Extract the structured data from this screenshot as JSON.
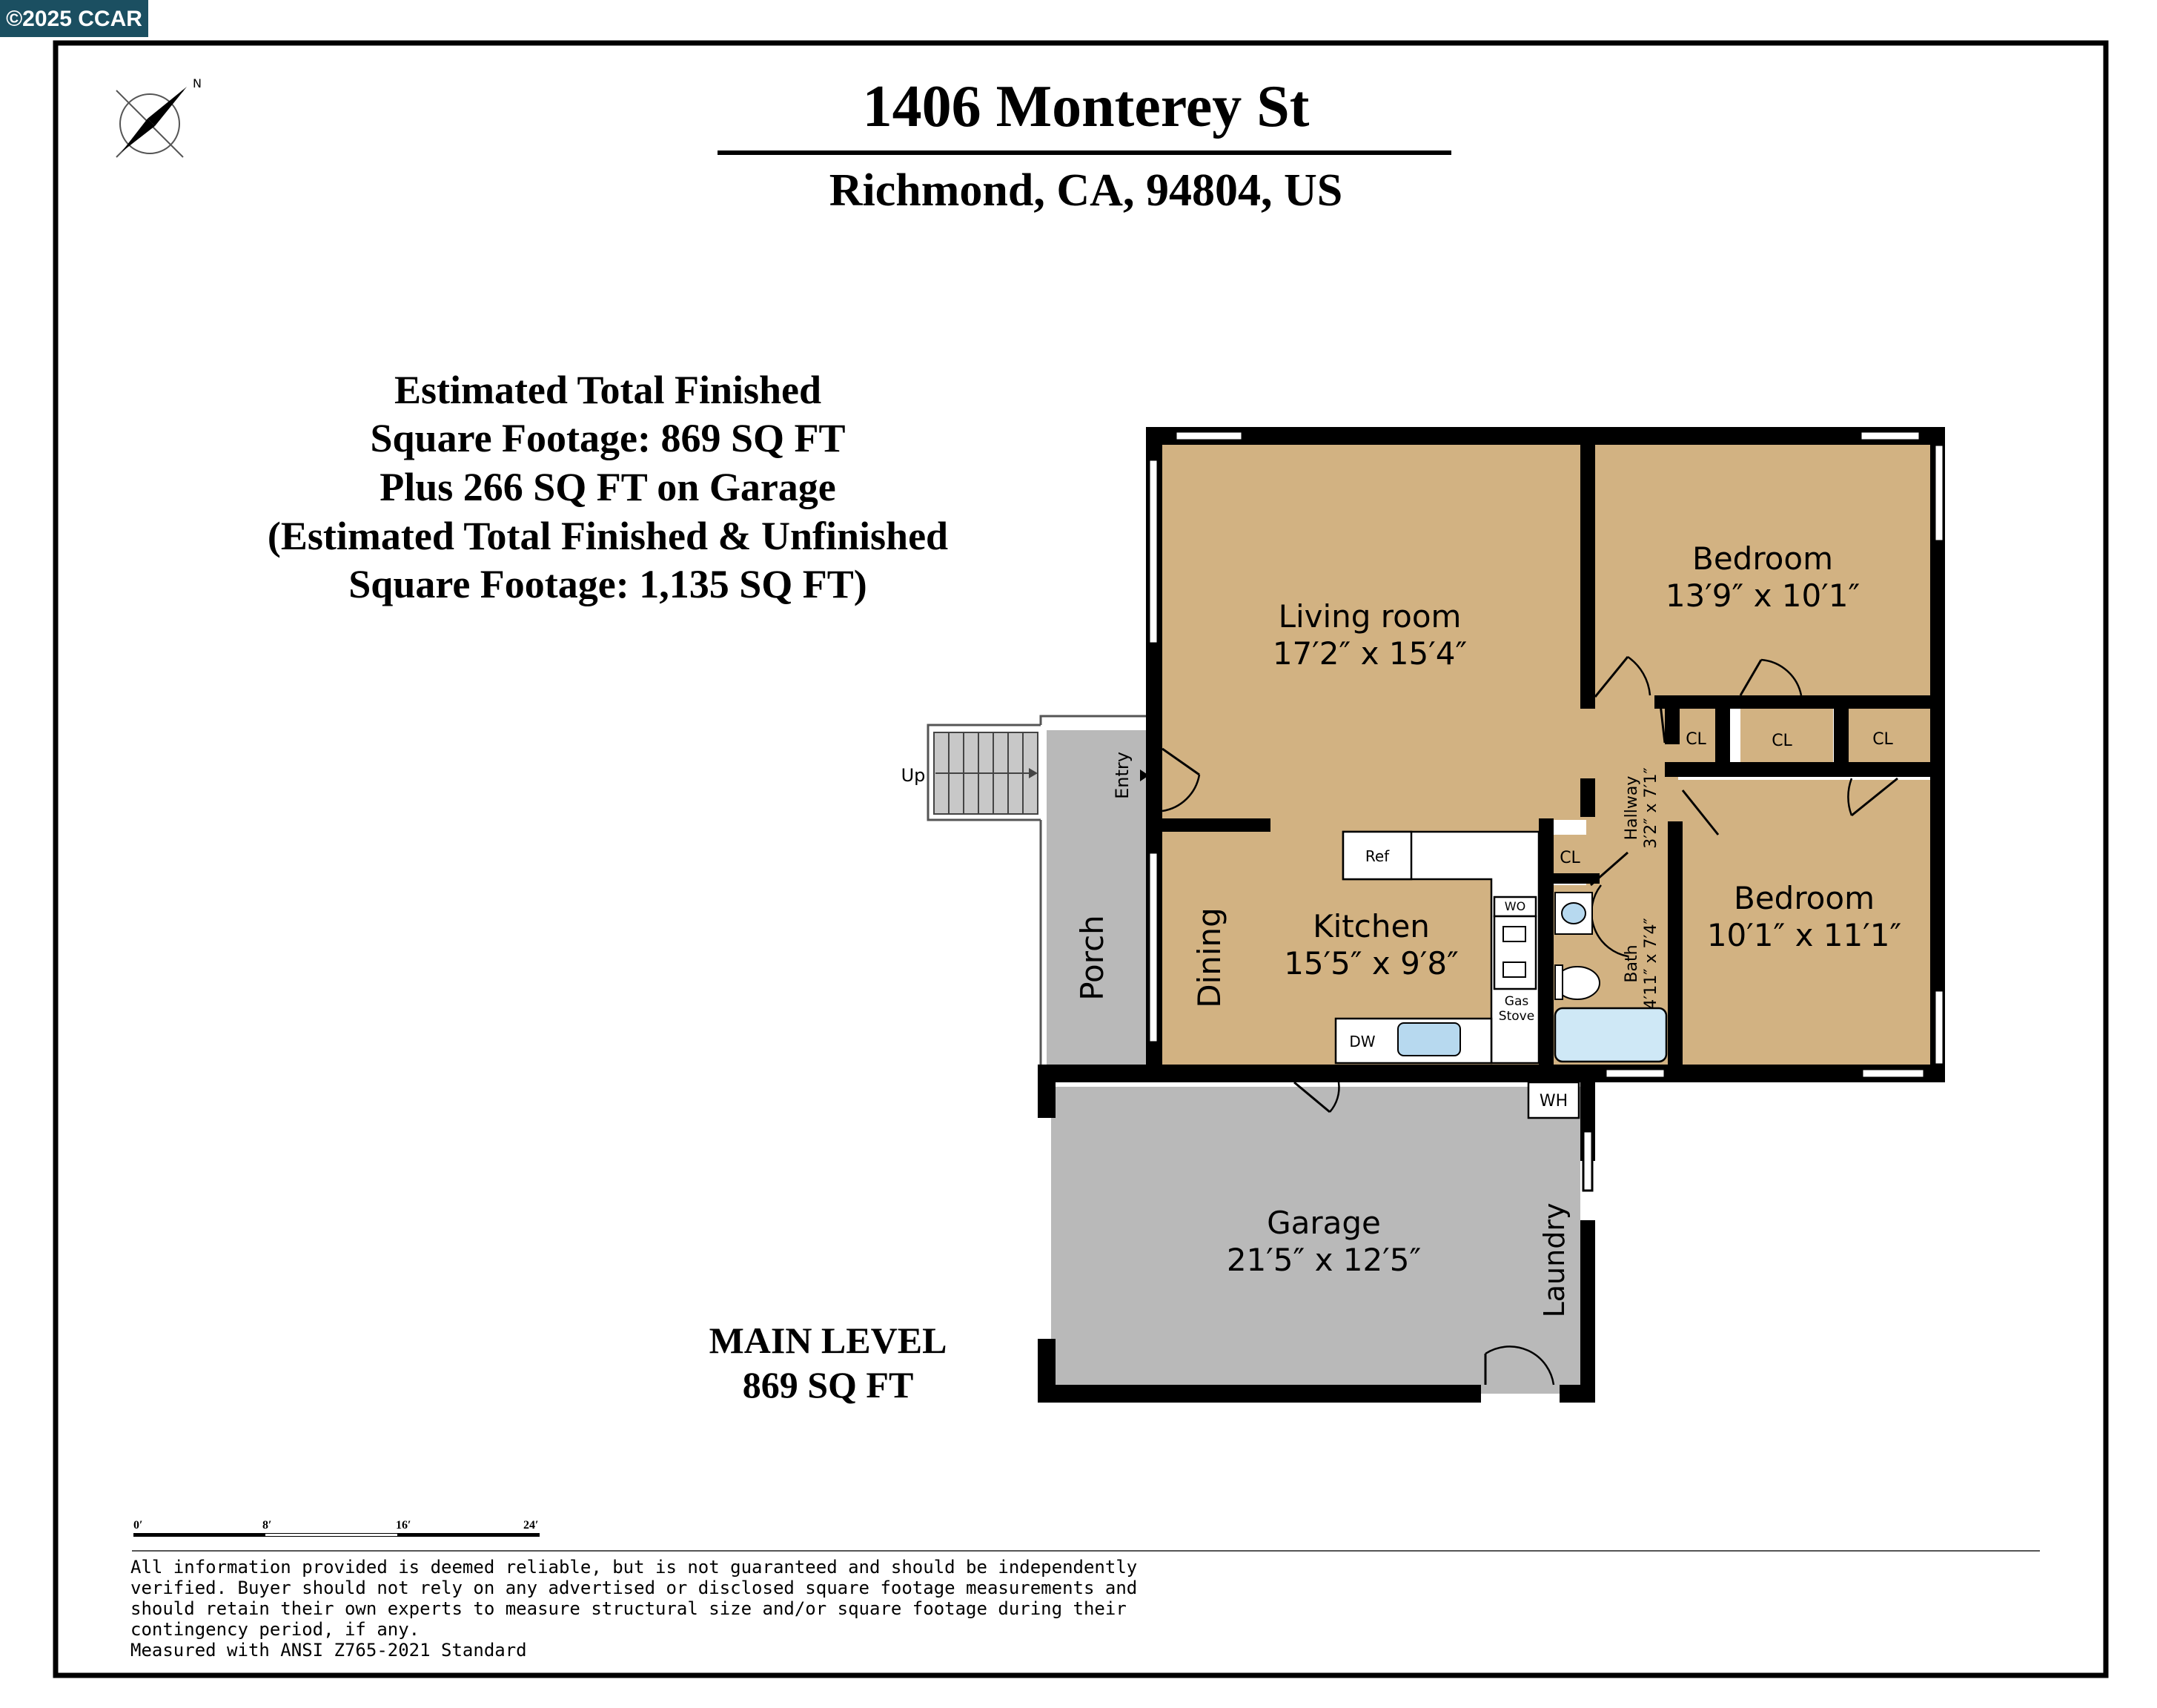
{
  "copyright_badge": "©2025 CCAR",
  "title": "1406 Monterey St",
  "subtitle": "Richmond, CA, 94804, US",
  "compass_label": "N",
  "summary_lines": [
    "Estimated Total Finished",
    "Square Footage: 869 SQ FT",
    "Plus 266 SQ FT on Garage",
    "(Estimated Total Finished & Unfinished",
    "Square Footage: 1,135 SQ FT)"
  ],
  "level": {
    "name": "MAIN LEVEL",
    "area": "869 SQ FT"
  },
  "rooms": {
    "living_room": {
      "name": "Living room",
      "dims": "17′2″ x 15′4″"
    },
    "bedroom_1": {
      "name": "Bedroom",
      "dims": "13′9″ x 10′1″"
    },
    "bedroom_2": {
      "name": "Bedroom",
      "dims": "10′1″ x 11′1″"
    },
    "kitchen": {
      "name": "Kitchen",
      "dims": "15′5″ x 9′8″"
    },
    "garage": {
      "name": "Garage",
      "dims": "21′5″ x 12′5″"
    },
    "hallway": {
      "name": "Hallway",
      "dims": "3′2″ x 7′1″"
    },
    "bath": {
      "name": "Bath",
      "dims": "4′11″ x 7′4″"
    },
    "porch": "Porch",
    "dining": "Dining",
    "laundry": "Laundry",
    "entry": "Entry"
  },
  "labels": {
    "up": "Up",
    "closet": "CL",
    "refrigerator": "Ref",
    "wall_oven": "WO",
    "gas_stove": [
      "Gas",
      "Stove"
    ],
    "dishwasher": "DW",
    "water_heater": "WH"
  },
  "scale_bar": {
    "ticks": [
      "0′",
      "8′",
      "16′",
      "24′"
    ]
  },
  "disclaimer_lines": [
    "All information provided is deemed reliable, but is not guaranteed and should be independently",
    "verified. Buyer should not rely on any advertised or disclosed square footage measurements and",
    "should retain their own experts to measure structural size and/or square footage during their",
    "contingency period, if any.",
    "Measured with ANSI Z765-2021 Standard"
  ],
  "colors": {
    "finished_room": "#d2b282",
    "unfinished_area": "#b9b9b9",
    "badge_bg": "#1b4f61",
    "wall": "#000000"
  }
}
